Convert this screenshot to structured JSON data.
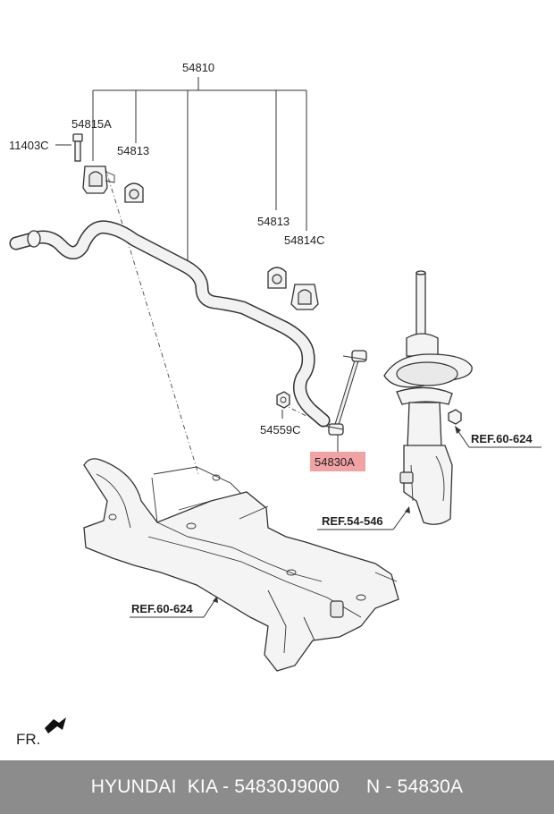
{
  "labels": {
    "assembly": "54810",
    "bracket": "54815A",
    "bolt": "11403C",
    "bushing_left": "54813",
    "bushing_right": "54813",
    "bracket_right": "54814C",
    "nut": "54559C",
    "link": "54830A",
    "ref_top_right": "REF.60-624",
    "ref_strut": "REF.54-546",
    "ref_subframe": "REF.60-624",
    "front": "FR."
  },
  "colors": {
    "highlight": "#f1a3a3",
    "footer_bg": "#8c8c8c",
    "footer_text": "#ffffff"
  },
  "footer": {
    "text": "HYUNDAI  KIA - 54830J9000     N - 54830A"
  }
}
